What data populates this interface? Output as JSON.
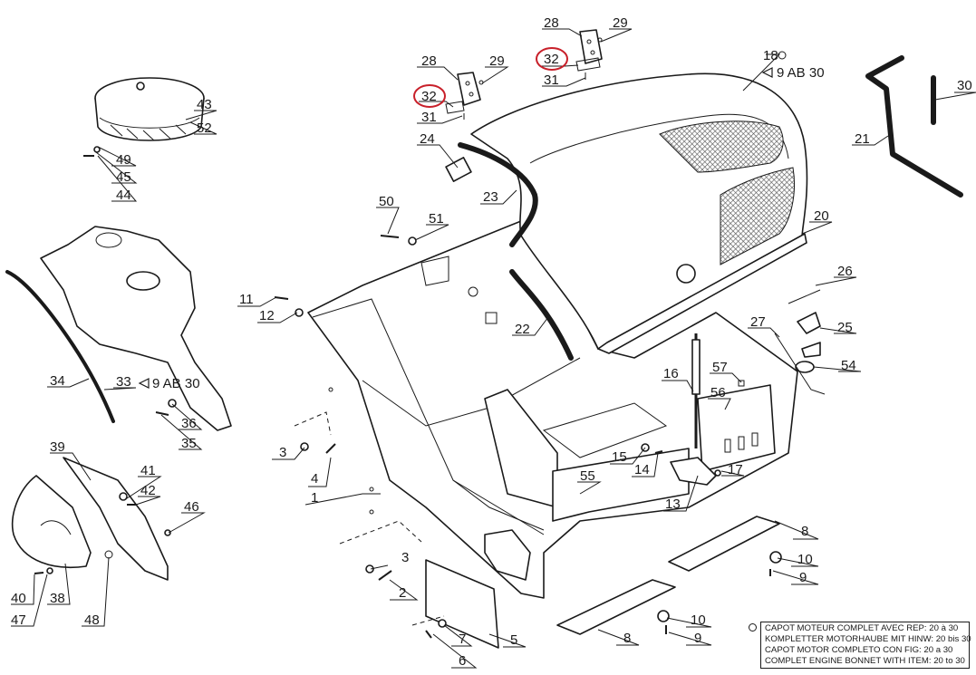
{
  "diagram": {
    "callouts": [
      {
        "id": "c-1",
        "text": "1"
      },
      {
        "id": "c-2",
        "text": "2"
      },
      {
        "id": "c-3a",
        "text": "3"
      },
      {
        "id": "c-3b",
        "text": "3"
      },
      {
        "id": "c-4",
        "text": "4"
      },
      {
        "id": "c-5",
        "text": "5"
      },
      {
        "id": "c-6",
        "text": "6"
      },
      {
        "id": "c-7",
        "text": "7"
      },
      {
        "id": "c-8a",
        "text": "8"
      },
      {
        "id": "c-8b",
        "text": "8"
      },
      {
        "id": "c-9a",
        "text": "9"
      },
      {
        "id": "c-9b",
        "text": "9"
      },
      {
        "id": "c-10a",
        "text": "10"
      },
      {
        "id": "c-10b",
        "text": "10"
      },
      {
        "id": "c-11",
        "text": "11"
      },
      {
        "id": "c-12",
        "text": "12"
      },
      {
        "id": "c-13",
        "text": "13"
      },
      {
        "id": "c-14",
        "text": "14"
      },
      {
        "id": "c-15",
        "text": "15"
      },
      {
        "id": "c-16",
        "text": "16"
      },
      {
        "id": "c-17",
        "text": "17"
      },
      {
        "id": "c-18",
        "text": "18"
      },
      {
        "id": "c-20",
        "text": "20"
      },
      {
        "id": "c-21",
        "text": "21"
      },
      {
        "id": "c-22",
        "text": "22"
      },
      {
        "id": "c-23",
        "text": "23"
      },
      {
        "id": "c-24",
        "text": "24"
      },
      {
        "id": "c-25",
        "text": "25"
      },
      {
        "id": "c-26",
        "text": "26"
      },
      {
        "id": "c-27",
        "text": "27"
      },
      {
        "id": "c-28a",
        "text": "28"
      },
      {
        "id": "c-28b",
        "text": "28"
      },
      {
        "id": "c-29a",
        "text": "29"
      },
      {
        "id": "c-29b",
        "text": "29"
      },
      {
        "id": "c-30",
        "text": "30"
      },
      {
        "id": "c-31a",
        "text": "31"
      },
      {
        "id": "c-31b",
        "text": "31"
      },
      {
        "id": "c-32a",
        "text": "32"
      },
      {
        "id": "c-32b",
        "text": "32"
      },
      {
        "id": "c-33",
        "text": "33"
      },
      {
        "id": "c-34",
        "text": "34"
      },
      {
        "id": "c-35",
        "text": "35"
      },
      {
        "id": "c-36",
        "text": "36"
      },
      {
        "id": "c-38",
        "text": "38"
      },
      {
        "id": "c-39",
        "text": "39"
      },
      {
        "id": "c-40",
        "text": "40"
      },
      {
        "id": "c-41",
        "text": "41"
      },
      {
        "id": "c-42",
        "text": "42"
      },
      {
        "id": "c-43",
        "text": "43"
      },
      {
        "id": "c-44",
        "text": "44"
      },
      {
        "id": "c-45",
        "text": "45"
      },
      {
        "id": "c-46",
        "text": "46"
      },
      {
        "id": "c-47",
        "text": "47"
      },
      {
        "id": "c-48",
        "text": "48"
      },
      {
        "id": "c-49",
        "text": "49"
      },
      {
        "id": "c-50",
        "text": "50"
      },
      {
        "id": "c-51",
        "text": "51"
      },
      {
        "id": "c-52",
        "text": "52"
      },
      {
        "id": "c-54",
        "text": "54"
      },
      {
        "id": "c-55",
        "text": "55"
      },
      {
        "id": "c-56",
        "text": "56"
      },
      {
        "id": "c-57",
        "text": "57"
      }
    ],
    "highlight_color": "#c8202a",
    "highlighted_callouts": [
      "32"
    ],
    "reference_notes": {
      "note_18": "9 AB 30",
      "note_33": "9 AB 30"
    },
    "legend": {
      "lines": [
        "CAPOT MOTEUR COMPLET AVEC REP: 20 à 30",
        "KOMPLETTER MOTORHAUBE MIT HINW: 20 bis 30",
        "CAPOT MOTOR COMPLETO CON FIG: 20 a 30",
        "COMPLET ENGINE BONNET WITH ITEM: 20 to 30"
      ]
    }
  }
}
